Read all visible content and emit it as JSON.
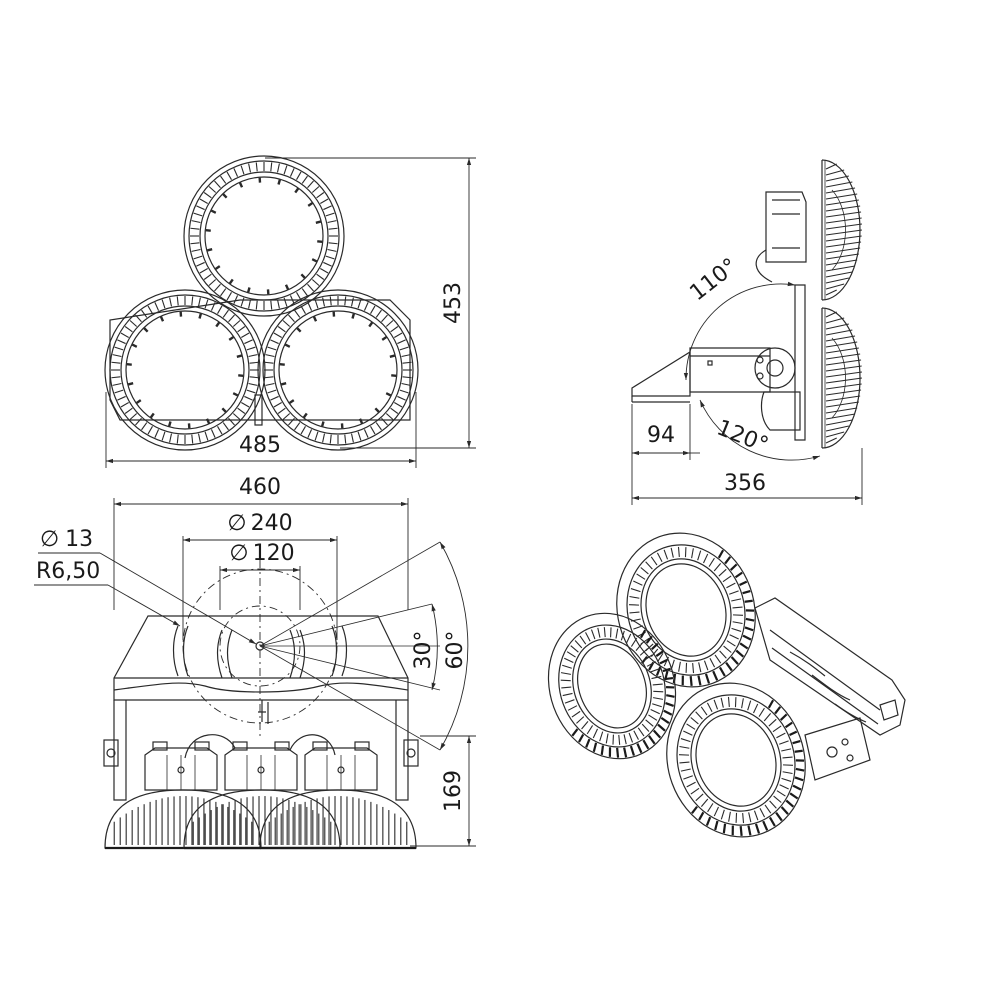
{
  "dimensions": {
    "top_view_width": "485",
    "top_view_height": "453",
    "side_angle_up": "110°",
    "side_angle_down": "120°",
    "side_bracket_depth": "94",
    "side_total_depth": "356",
    "front_width": "460",
    "front_hole_diameter_large": "240",
    "front_hole_diameter_small": "120",
    "front_hole_diameter": "13",
    "front_slot_radius": "R6,50",
    "front_angle_small": "30°",
    "front_angle_large": "60°",
    "front_height": "169"
  },
  "symbols": {
    "diameter": "∅"
  }
}
